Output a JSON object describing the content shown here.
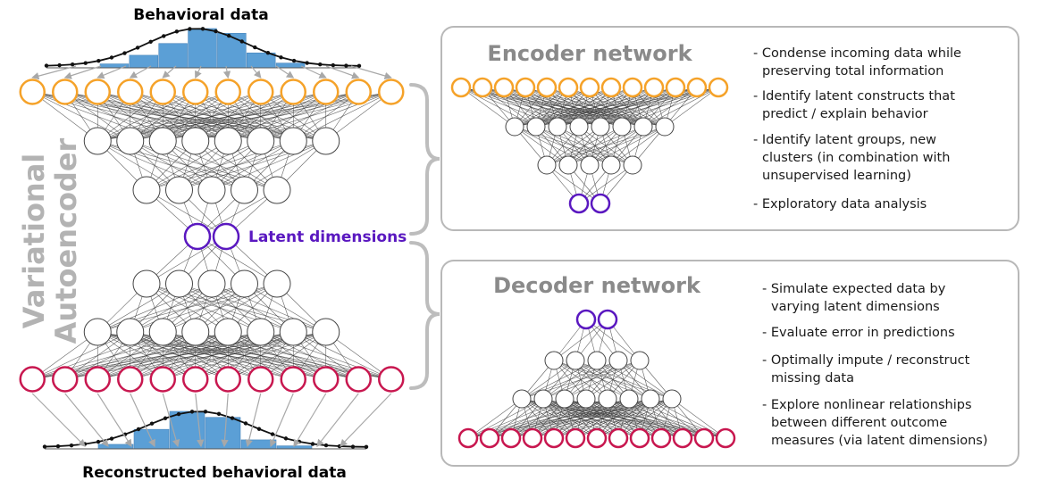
{
  "colors": {
    "input": "#f5a229",
    "output": "#c8174f",
    "latent": "#5a18c0",
    "hidden_stroke": "#444444",
    "edge": "#333333",
    "bar": "#5b9fd6",
    "panel_border": "#b8b8b8",
    "panel_title": "#8a8a8a",
    "side_label": "#b3b3b3",
    "bracket": "#bdbdbd",
    "arrow": "#a8a8a8"
  },
  "main": {
    "top_label": "Behavioral data",
    "bottom_label": "Reconstructed behavioral data",
    "side_label_line1": "Variational",
    "side_label_line2": "Autoencoder",
    "latent_label": "Latent dimensions",
    "layer_sizes": [
      12,
      8,
      5,
      2,
      5,
      8,
      12
    ]
  },
  "histograms": {
    "top": [
      10,
      32,
      62,
      100,
      88,
      38,
      12
    ],
    "bottom": [
      12,
      52,
      100,
      84,
      24,
      8
    ]
  },
  "encoder": {
    "title": "Encoder network",
    "layer_sizes": [
      13,
      8,
      5,
      2
    ],
    "bullets": [
      [
        "- Condense incoming data while",
        "preserving total information"
      ],
      [
        "- Identify latent constructs that",
        "predict / explain behavior"
      ],
      [
        "- Identify latent groups, new",
        "clusters (in combination with",
        "unsupervised learning)"
      ],
      [
        "- Exploratory data analysis"
      ]
    ]
  },
  "decoder": {
    "title": "Decoder network",
    "layer_sizes": [
      2,
      5,
      8,
      13
    ],
    "bullets": [
      [
        "- Simulate expected data by",
        "varying latent dimensions"
      ],
      [
        "- Evaluate error in predictions"
      ],
      [
        "- Optimally impute / reconstruct",
        "missing data"
      ],
      [
        "- Explore nonlinear relationships",
        "between different outcome",
        "measures (via latent dimensions)"
      ]
    ]
  }
}
